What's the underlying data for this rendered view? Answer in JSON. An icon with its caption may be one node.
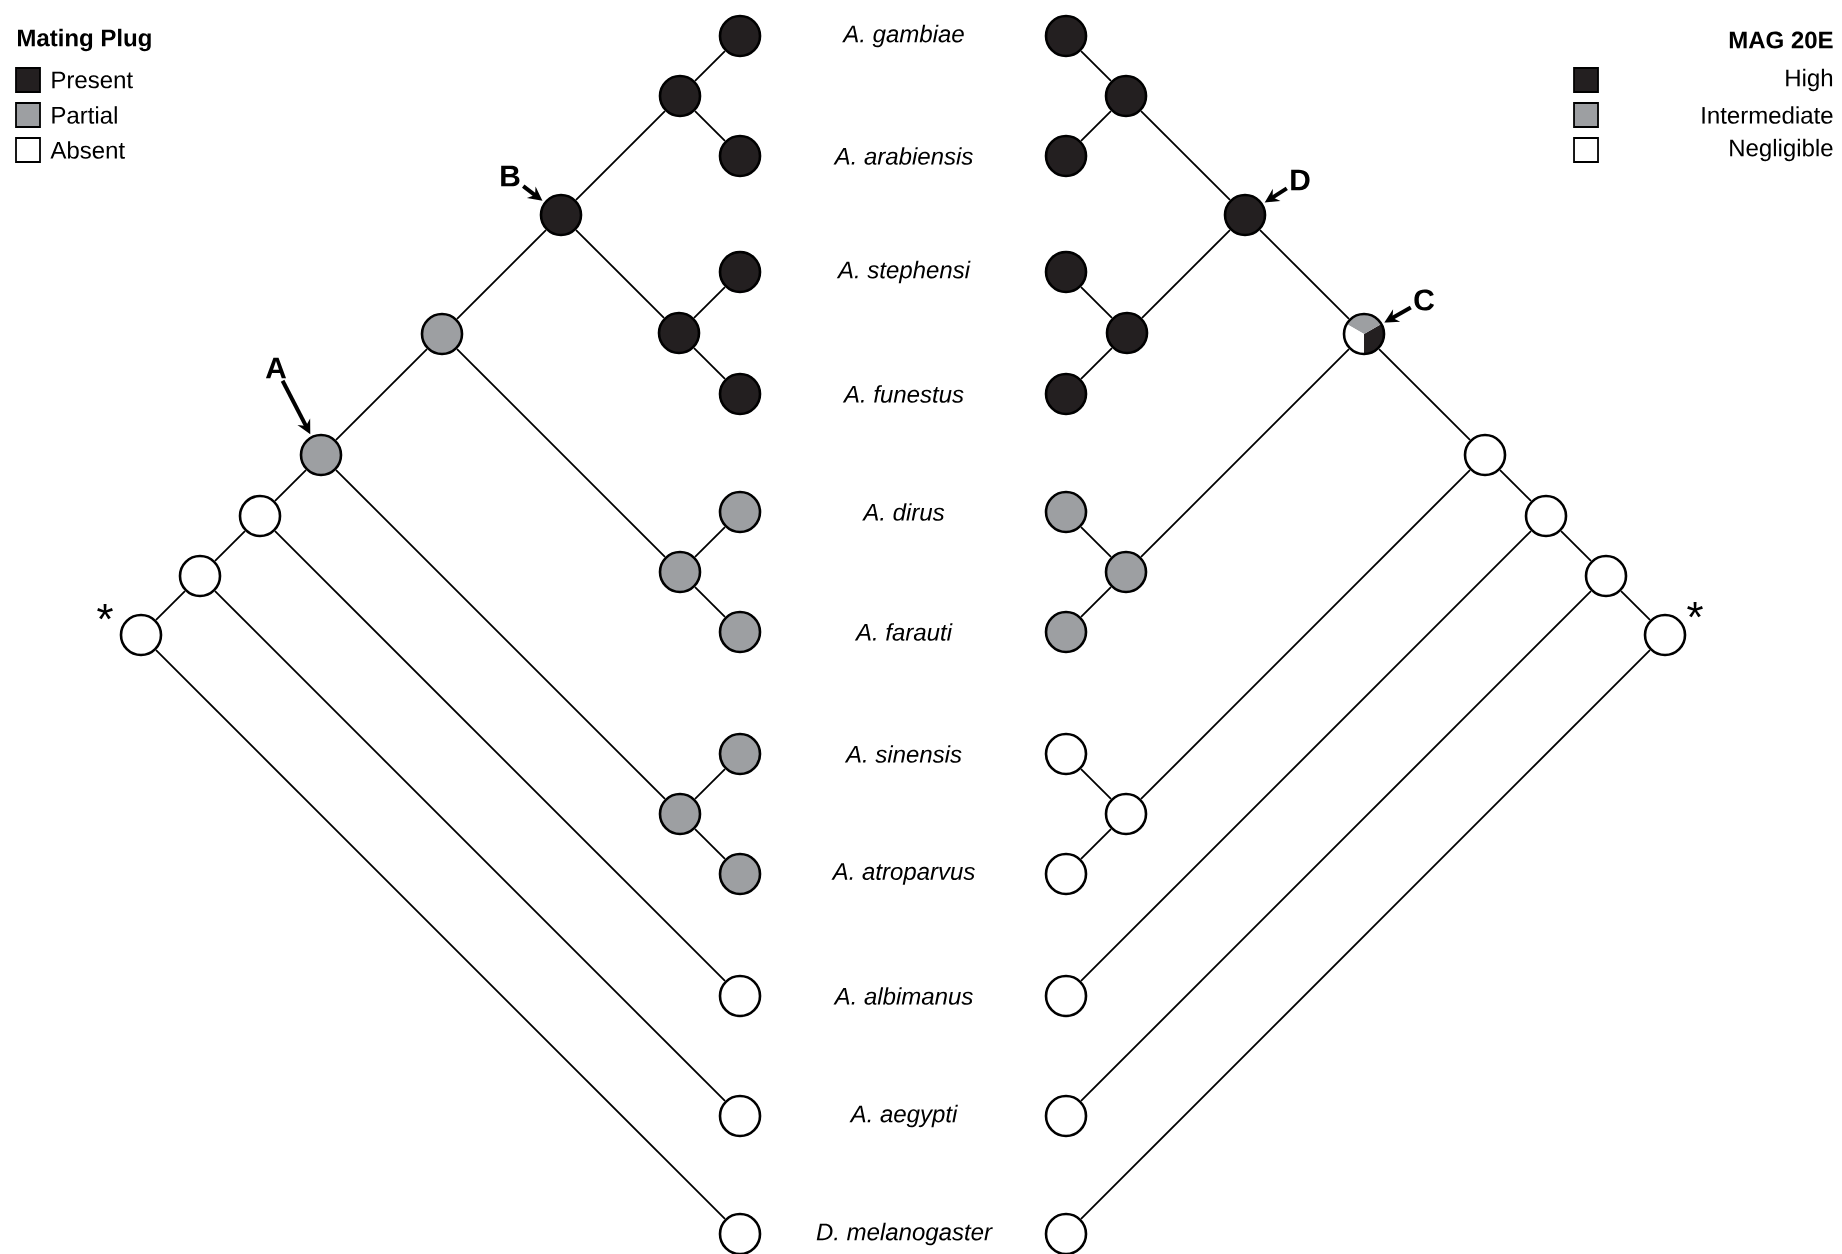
{
  "diagram": {
    "nodes": [
      {
        "text": [],
        "shape": "circle"
      },
      {
        "text": [],
        "shape": "circle"
      },
      {
        "text": [],
        "shape": "circle"
      },
      {
        "text": [],
        "shape": "circle"
      },
      {
        "text": [],
        "shape": "circle"
      },
      {
        "text": [],
        "shape": "circle"
      },
      {
        "text": [],
        "shape": "circle"
      },
      {
        "text": [],
        "shape": "circle"
      },
      {
        "text": [],
        "shape": "circle"
      },
      {
        "text": [],
        "shape": "circle"
      },
      {
        "text": [],
        "shape": "circle"
      },
      {
        "text": [],
        "shape": "circle"
      },
      {
        "text": [],
        "shape": "circle"
      },
      {
        "text": [],
        "shape": "circle"
      },
      {
        "text": [],
        "shape": "circle"
      },
      {
        "text": [],
        "shape": "circle"
      },
      {
        "text": [],
        "shape": "circle"
      },
      {
        "text": [],
        "shape": "circle"
      },
      {
        "text": [],
        "shape": "circle"
      },
      {
        "text": [],
        "shape": "circle"
      },
      {
        "text": [],
        "shape": "circle"
      },
      {
        "text": [],
        "shape": "circle"
      },
      {
        "text": [],
        "shape": "circle"
      },
      {
        "text": [],
        "shape": "circle"
      },
      {
        "text": [],
        "shape": "circle"
      },
      {
        "text": [],
        "shape": "circle"
      },
      {
        "text": [],
        "shape": "circle"
      },
      {
        "text": [],
        "shape": "circle"
      },
      {
        "text": [],
        "shape": "circle"
      },
      {
        "text": [],
        "shape": "circle"
      },
      {
        "text": [],
        "shape": "circle"
      },
      {
        "text": [],
        "shape": "circle",
        "beside": [
          "*"
        ]
      },
      {
        "text": [],
        "shape": "circle"
      },
      {
        "text": [],
        "shape": "circle"
      },
      {
        "text": [],
        "shape": "circle"
      },
      {
        "text": [],
        "shape": "circle"
      },
      {
        "text": [],
        "shape": "circle"
      },
      {
        "text": [],
        "shape": "circle"
      },
      {
        "text": [],
        "shape": "circle"
      },
      {
        "text": [],
        "shape": "circle"
      },
      {
        "text": [],
        "shape": "circle"
      },
      {
        "text": [],
        "shape": "circle",
        "beside": [
          "*"
        ]
      },
      {
        "text": [
          "A"
        ]
      },
      {
        "text": [
          "B"
        ]
      },
      {
        "text": [
          "C"
        ]
      },
      {
        "text": [
          "D"
        ]
      }
    ],
    "edges": [
      {
        "from": 22,
        "to": 0,
        "arrow": "none"
      },
      {
        "from": 22,
        "to": 1,
        "arrow": "none"
      },
      {
        "from": 24,
        "to": 2,
        "arrow": "none"
      },
      {
        "from": 24,
        "to": 3,
        "arrow": "none"
      },
      {
        "from": 23,
        "to": 22,
        "arrow": "none"
      },
      {
        "from": 23,
        "to": 24,
        "arrow": "none"
      },
      {
        "from": 27,
        "to": 4,
        "arrow": "none"
      },
      {
        "from": 27,
        "to": 5,
        "arrow": "none"
      },
      {
        "from": 25,
        "to": 23,
        "arrow": "none"
      },
      {
        "from": 25,
        "to": 27,
        "arrow": "none"
      },
      {
        "from": 28,
        "to": 6,
        "arrow": "none"
      },
      {
        "from": 28,
        "to": 7,
        "arrow": "none"
      },
      {
        "from": 26,
        "to": 25,
        "arrow": "none"
      },
      {
        "from": 26,
        "to": 28,
        "arrow": "none"
      },
      {
        "from": 29,
        "to": 26,
        "arrow": "none"
      },
      {
        "from": 29,
        "to": 8,
        "arrow": "none"
      },
      {
        "from": 30,
        "to": 29,
        "arrow": "none"
      },
      {
        "from": 30,
        "to": 9,
        "arrow": "none"
      },
      {
        "from": 31,
        "to": 30,
        "arrow": "none"
      },
      {
        "from": 31,
        "to": 10,
        "arrow": "none"
      },
      {
        "from": 32,
        "to": 11,
        "arrow": "none"
      },
      {
        "from": 32,
        "to": 12,
        "arrow": "none"
      },
      {
        "from": 34,
        "to": 13,
        "arrow": "none"
      },
      {
        "from": 34,
        "to": 14,
        "arrow": "none"
      },
      {
        "from": 33,
        "to": 32,
        "arrow": "none"
      },
      {
        "from": 33,
        "to": 34,
        "arrow": "none"
      },
      {
        "from": 36,
        "to": 15,
        "arrow": "none"
      },
      {
        "from": 36,
        "to": 16,
        "arrow": "none"
      },
      {
        "from": 35,
        "to": 33,
        "arrow": "none"
      },
      {
        "from": 35,
        "to": 36,
        "arrow": "none"
      },
      {
        "from": 38,
        "to": 17,
        "arrow": "none"
      },
      {
        "from": 38,
        "to": 18,
        "arrow": "none"
      },
      {
        "from": 37,
        "to": 35,
        "arrow": "none"
      },
      {
        "from": 37,
        "to": 38,
        "arrow": "none"
      },
      {
        "from": 39,
        "to": 37,
        "arrow": "none"
      },
      {
        "from": 39,
        "to": 19,
        "arrow": "none"
      },
      {
        "from": 40,
        "to": 39,
        "arrow": "none"
      },
      {
        "from": 40,
        "to": 20,
        "arrow": "none"
      },
      {
        "from": 41,
        "to": 40,
        "arrow": "none"
      },
      {
        "from": 41,
        "to": 21,
        "arrow": "none"
      },
      {
        "from": 42,
        "to": 26,
        "arrow": "to"
      },
      {
        "from": 43,
        "to": 23,
        "arrow": "to"
      },
      {
        "from": 44,
        "to": 35,
        "arrow": "to"
      },
      {
        "from": 45,
        "to": 33,
        "arrow": "to"
      }
    ],
    "labels": [
      "Mating Plug",
      "A. gambiae",
      "MAG 20E",
      "A. arabiensis",
      "A. stephensi",
      "A. funestus",
      "A. dirus",
      "A. farauti",
      "A. sinensis",
      "A. atroparvus",
      "A. albimanus",
      "A. aegypti",
      "D. melanogaster"
    ],
    "legend": [
      {
        "text": "Present",
        "color": "#231f20"
      },
      {
        "text": "Partial",
        "color": "#9d9fa2"
      },
      {
        "text": "Absent"
      },
      {
        "text": "High",
        "color": "#231f20"
      },
      {
        "text": "Intermediate",
        "color": "#9d9fa2"
      },
      {
        "text": "Negligible"
      }
    ]
  }
}
